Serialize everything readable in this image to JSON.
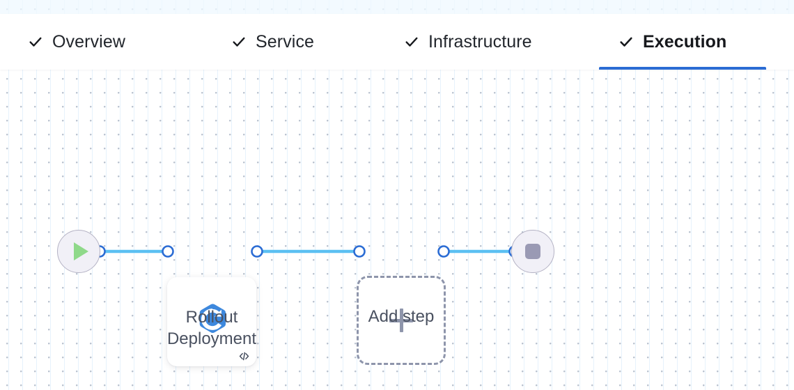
{
  "tabs": [
    {
      "id": "overview",
      "label": "Overview",
      "icon": "check-icon",
      "completed": true,
      "active": false
    },
    {
      "id": "service",
      "label": "Service",
      "icon": "check-icon",
      "completed": true,
      "active": false
    },
    {
      "id": "infrastructure",
      "label": "Infrastructure",
      "icon": "check-icon",
      "completed": true,
      "active": false
    },
    {
      "id": "execution",
      "label": "Execution",
      "icon": "check-icon",
      "completed": true,
      "active": true
    }
  ],
  "pipeline": {
    "start_node": {
      "icon": "play-icon",
      "label": ""
    },
    "end_node": {
      "icon": "stop-icon",
      "label": ""
    },
    "steps": [
      {
        "id": "rollout-deployment",
        "label": "Rollout\nDeployment",
        "icon": "rollout-deployment-logo",
        "badge_icon": "code-icon"
      },
      {
        "id": "add-step",
        "label": "Add step",
        "icon": "plus-icon"
      }
    ]
  },
  "colors": {
    "accent": "#2b6cd4",
    "connector": "#5bc0f2",
    "connector_port": "#2b6cd4",
    "play": "#8fd98a",
    "stop": "#9a9ab4",
    "logo_blue": "#3d88dd",
    "dashed_border": "#8e95ab",
    "label_text": "#4a5160"
  }
}
